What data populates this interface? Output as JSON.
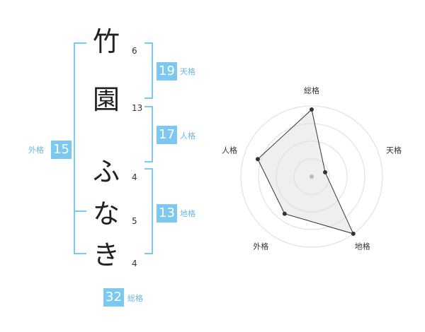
{
  "name": {
    "chars": [
      {
        "char": "竹",
        "strokes": "6"
      },
      {
        "char": "園",
        "strokes": "13"
      },
      {
        "char": "ふ",
        "strokes": "4"
      },
      {
        "char": "な",
        "strokes": "5"
      },
      {
        "char": "き",
        "strokes": "4"
      }
    ]
  },
  "fortunes": {
    "ten": {
      "value": "19",
      "label": "天格"
    },
    "jin": {
      "value": "17",
      "label": "人格"
    },
    "chi": {
      "value": "13",
      "label": "地格"
    },
    "gai": {
      "value": "15",
      "label": "外格"
    },
    "sou": {
      "value": "32",
      "label": "総格"
    }
  },
  "colors": {
    "accent": "#7cc8f0",
    "radar_fill": "#eeeeee",
    "grid": "#dddddd"
  },
  "chart_data": {
    "type": "radar",
    "axes": [
      "総格",
      "天格",
      "地格",
      "外格",
      "人格"
    ],
    "values": [
      0.95,
      0.2,
      1.0,
      0.65,
      0.8
    ],
    "rings": 4
  }
}
